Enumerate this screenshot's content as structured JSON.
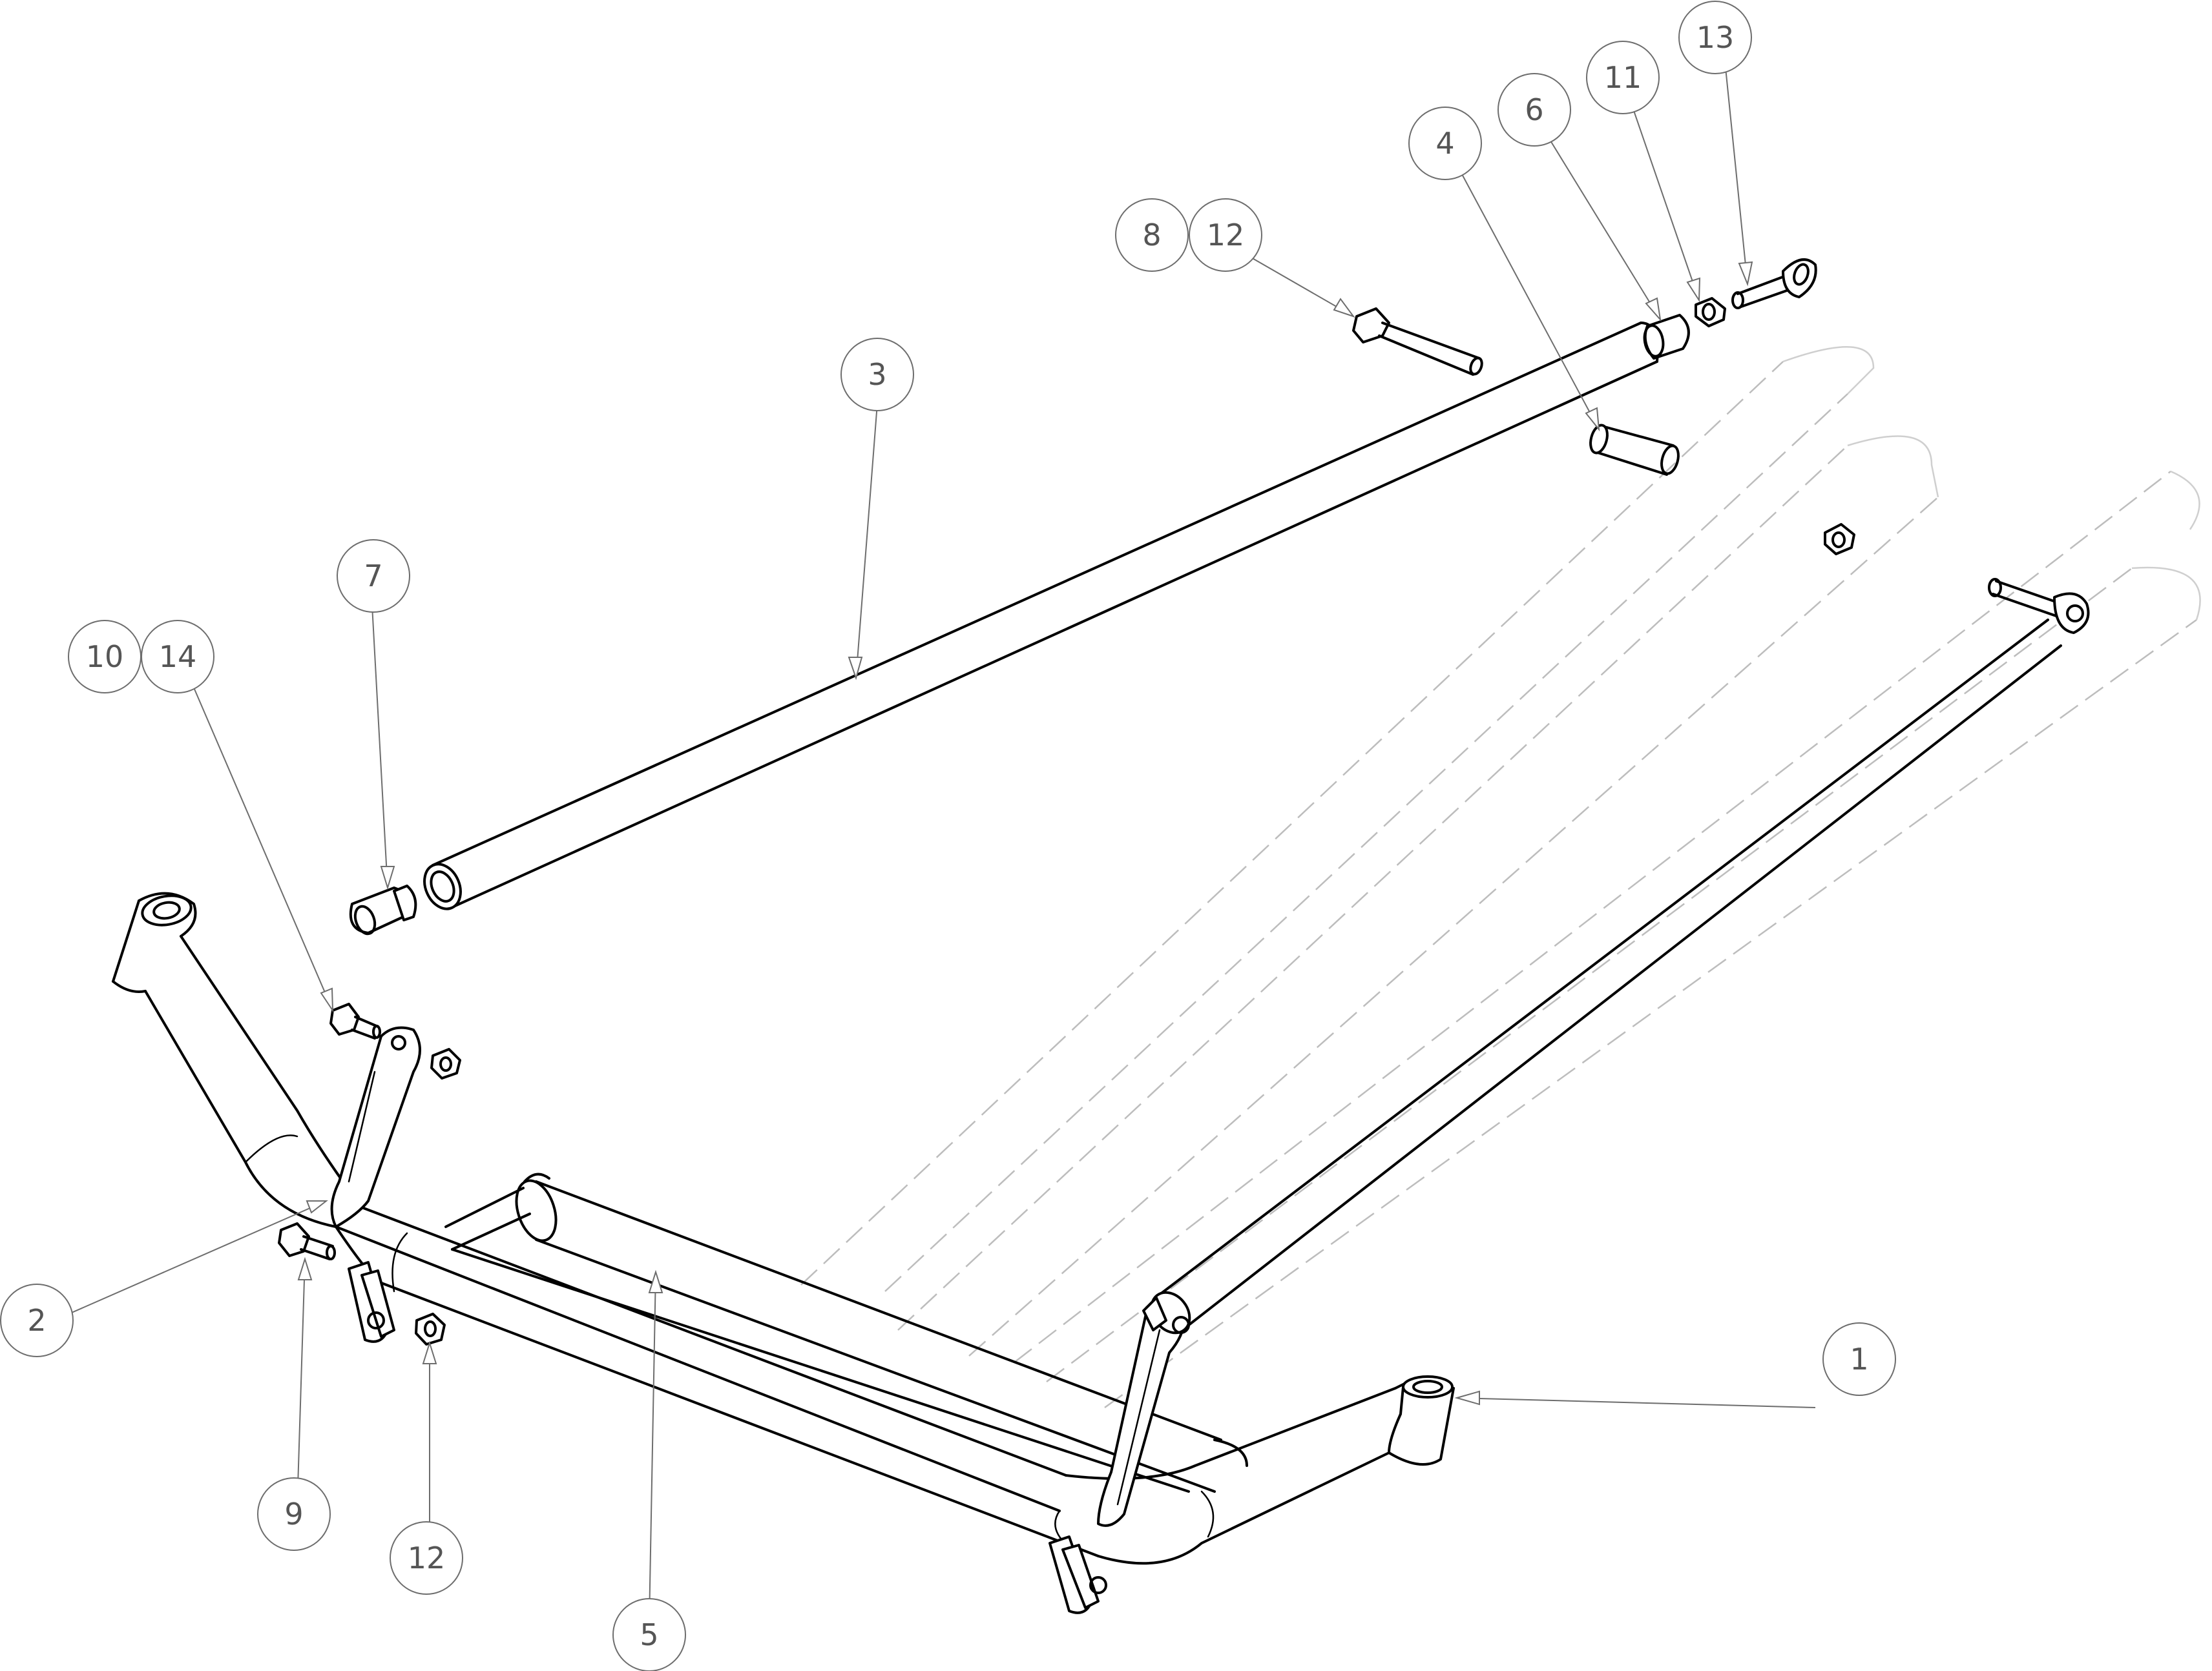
{
  "balloons": {
    "b1": "1",
    "b2": "2",
    "b3": "3",
    "b4": "4",
    "b5": "5",
    "b6": "6",
    "b7": "7",
    "b8": "8",
    "b9": "9",
    "b10": "10",
    "b11": "11",
    "b12_top": "12",
    "b12_bottom": "12",
    "b13": "13",
    "b14": "14"
  },
  "colors": {
    "line": "#000000",
    "leader": "#6d6d6d",
    "ghost": "#bdbdbd",
    "background": "#ffffff"
  }
}
